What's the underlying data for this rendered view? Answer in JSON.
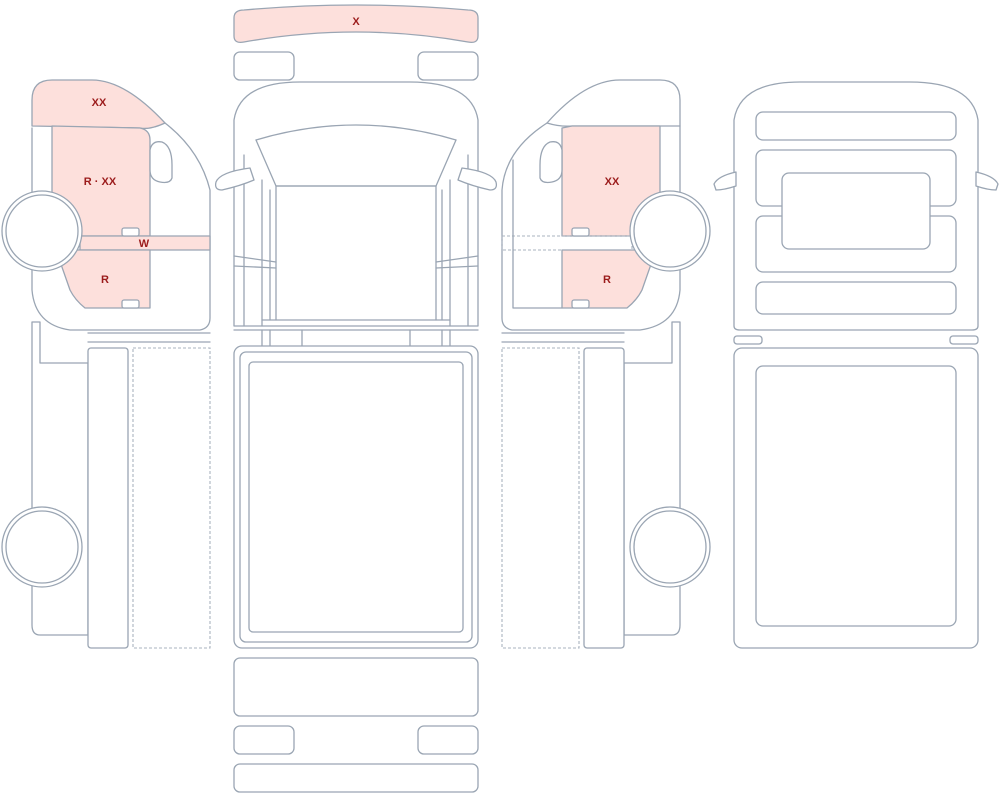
{
  "colors": {
    "damage_fill": "#fde0dc",
    "outline": "#9aa5b3",
    "label": "#9b1b1b"
  },
  "labels": {
    "roof_front": "X",
    "left_upper_window": "XX",
    "left_front_door": "R · XX",
    "left_rocker": "W",
    "left_lower_door": "R",
    "right_front_door": "XX",
    "right_lower_door": "R"
  }
}
